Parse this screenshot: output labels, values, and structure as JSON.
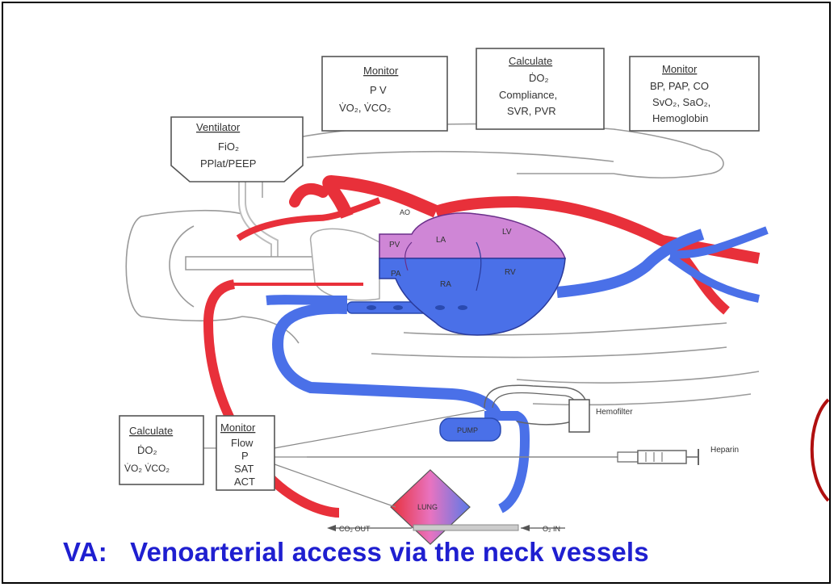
{
  "boxes": {
    "ventilator": {
      "title": "Ventilator",
      "line1": "FiO₂",
      "line2": "PPlat/PEEP"
    },
    "monitor_top_left": {
      "title": "Monitor",
      "line1": "P  V",
      "line2": "V̇O₂,  V̇CO₂"
    },
    "calculate_top": {
      "title": "Calculate",
      "line1": "ḊO₂",
      "line2": "Compliance,",
      "line3": "SVR, PVR"
    },
    "monitor_top_right": {
      "title": "Monitor",
      "line1": "BP, PAP, CO",
      "line2": "SvO₂, SaO₂,",
      "line3": "Hemoglobin"
    },
    "calculate_bottom": {
      "title": "Calculate",
      "line1": "ḊO₂",
      "line2": "V̇O₂ V̇CO₂"
    },
    "monitor_bottom": {
      "title": "Monitor",
      "line1": "Flow",
      "line2": "P",
      "line3": "SAT",
      "line4": "ACT"
    }
  },
  "heart_labels": {
    "ao": "AO",
    "pv": "PV",
    "la": "LA",
    "lv": "LV",
    "pa": "PA",
    "ra": "RA",
    "rv": "RV"
  },
  "circuit_labels": {
    "pump": "PUMP",
    "lung": "LUNG",
    "hemofilter": "Hemofilter",
    "heparin": "Heparin",
    "co2_out": "CO₂ OUT",
    "o2_in": "O₂ IN"
  },
  "caption": "VA:   Venoarterial access via the neck vessels",
  "colors": {
    "arterial": "#e8303a",
    "venous": "#4a70e8",
    "left_heart": "#cf86d6",
    "caption": "#1f1fd0",
    "highlight_circle": "#b01010"
  }
}
